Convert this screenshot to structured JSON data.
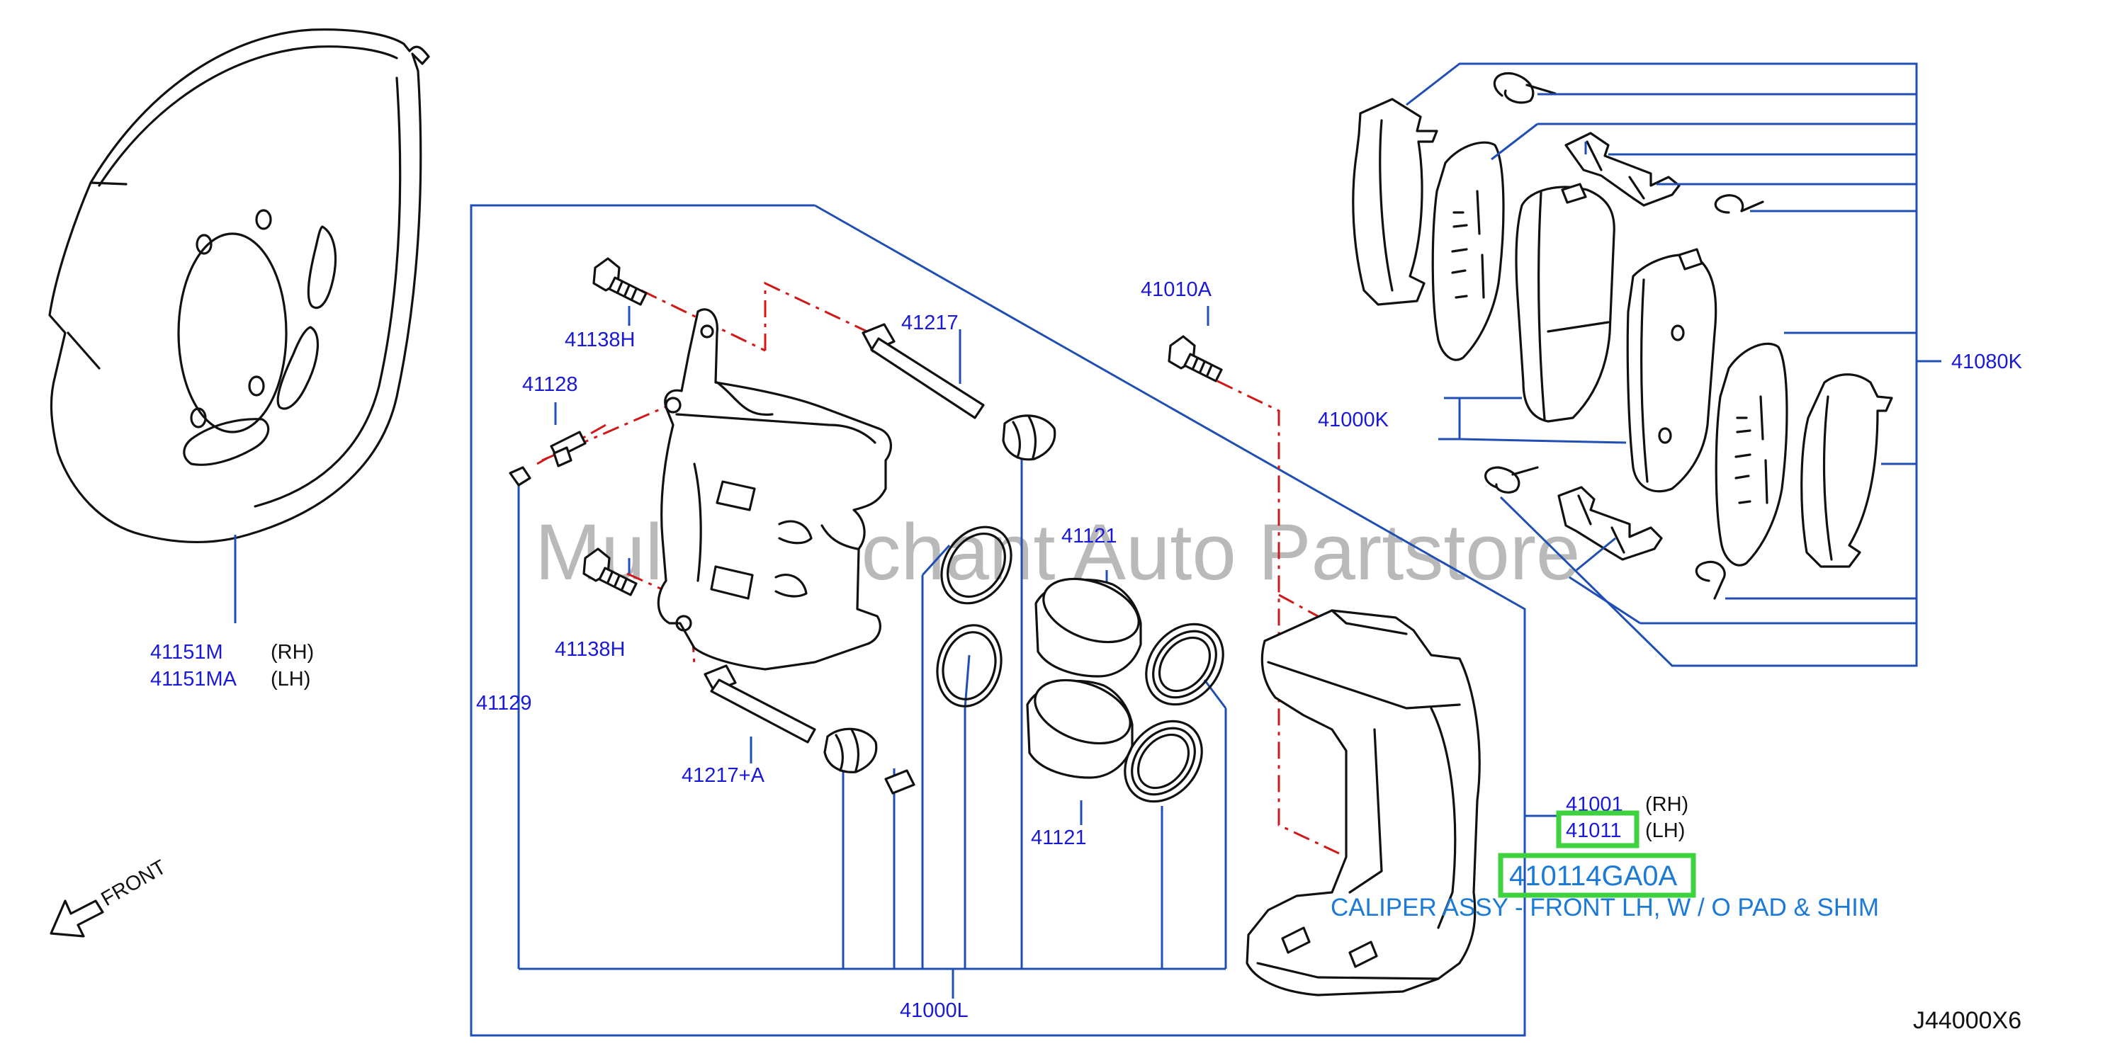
{
  "diagram": {
    "ref_code": "J44000X6",
    "watermark": "Multi Merchant Auto Partstore",
    "front_label": "FRONT",
    "highlighted_part_number": "410114GA0A",
    "highlighted_part_description": "CALIPER ASSY - FRONT LH, W / O PAD & SHIM",
    "labels": {
      "l_41151M": "41151M",
      "l_41151M_side": "(RH)",
      "l_41151MA": "41151MA",
      "l_41151MA_side": "(LH)",
      "l_41138H_top": "41138H",
      "l_41128": "41128",
      "l_41217": "41217",
      "l_41010A": "41010A",
      "l_41121_top": "41121",
      "l_41138H_low": "41138H",
      "l_41129": "41129",
      "l_41217A": "41217+A",
      "l_41121_low": "41121",
      "l_41000L": "41000L",
      "l_41001": "41001",
      "l_41001_side": "(RH)",
      "l_41011": "41011",
      "l_41011_side": "(LH)",
      "l_41000K": "41000K",
      "l_41080K": "41080K"
    }
  }
}
